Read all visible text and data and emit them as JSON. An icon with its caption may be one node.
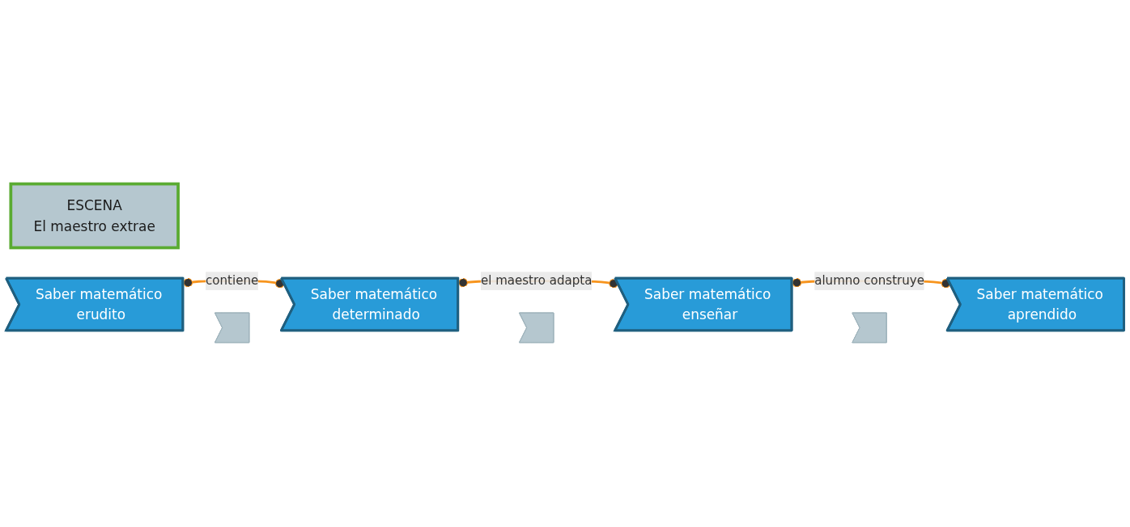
{
  "diagram": {
    "nodes": [
      {
        "text": [
          "ESCENA",
          "El maestro extrae"
        ]
      },
      {
        "text": [
          "Saber matemático erudito"
        ]
      },
      {
        "text": [],
        "shape": "chevron"
      },
      {
        "text": [
          "Saber matemático determinado"
        ]
      },
      {
        "text": [],
        "shape": "chevron"
      },
      {
        "text": [
          "Saber matemático enseñar"
        ]
      },
      {
        "text": [],
        "shape": "chevron"
      },
      {
        "text": [
          "Saber matemático aprendido"
        ]
      }
    ],
    "edges": [
      {
        "from": 1,
        "to": 3,
        "arrow": "other",
        "label": "contiene",
        "color": "#f7941d"
      },
      {
        "from": 3,
        "to": 5,
        "arrow": "other",
        "label": "el maestro adapta",
        "color": "#f7941d"
      },
      {
        "from": 5,
        "to": 7,
        "arrow": "other",
        "label": "alumno construye",
        "color": "#f7941d"
      }
    ]
  }
}
